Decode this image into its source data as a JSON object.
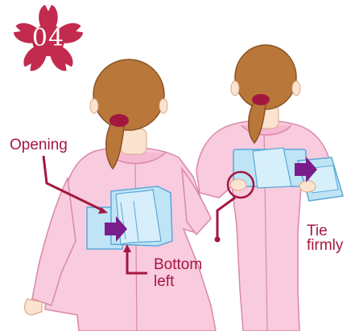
{
  "step": {
    "number": "04"
  },
  "labels": {
    "opening": "Opening",
    "bottom_left_line1": "Bottom",
    "bottom_left_line2": "left",
    "tie_firmly_line1": "Tie",
    "tie_firmly_line2": "firmly"
  },
  "colors": {
    "badge": "#c22a4e",
    "callout": "#a3173f",
    "kimono": "#f9cbdf",
    "kimono_outline": "#d889a7",
    "obi": "#bfe4f6",
    "obi_outline": "#5aa8d6",
    "hair": "#b9773a",
    "skin": "#fbe3cf",
    "arrow": "#7a1c8a"
  },
  "icons": {
    "badge": "sakura-flower-icon",
    "arrow": "right-arrow-icon"
  }
}
